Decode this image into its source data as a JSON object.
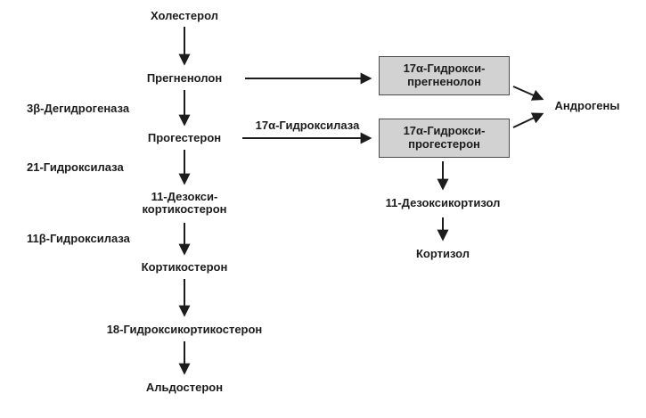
{
  "diagram": {
    "title": "Steroidogenesis pathway (Russian)",
    "nodes": {
      "cholesterol": "Холестерол",
      "pregnenolone": "Прегненолон",
      "progesterone": "Прогестерон",
      "deoxycorticosterone_line1": "11-Дезокси-",
      "deoxycorticosterone_line2": "кортикостерон",
      "corticosterone": "Кортикостерон",
      "hydroxycorticosterone18": "18-Гидроксикортикостерон",
      "aldosterone": "Альдостерон",
      "hydroxypregnenolone_line1": "17α-Гидрокси-",
      "hydroxypregnenolone_line2": "прегненолон",
      "hydroxyprogesterone_line1": "17α-Гидрокси-",
      "hydroxyprogesterone_line2": "прогестерон",
      "deoxycortisol11": "11-Дезоксикортизол",
      "cortisol": "Кортизол",
      "androgens": "Андрогены"
    },
    "enzymes": {
      "dehydrogenase_3b": "3β-Дегидрогеназа",
      "hydroxylase_21": "21-Гидроксилаза",
      "hydroxylase_11b": "11β-Гидроксилаза",
      "hydroxylase_17a": "17α-Гидроксилаза"
    },
    "colors": {
      "background": "#ffffff",
      "text": "#1c1c1c",
      "arrow": "#1c1c1c",
      "box_fill": "#d2d2d2",
      "box_border": "#4b4b4b"
    }
  }
}
